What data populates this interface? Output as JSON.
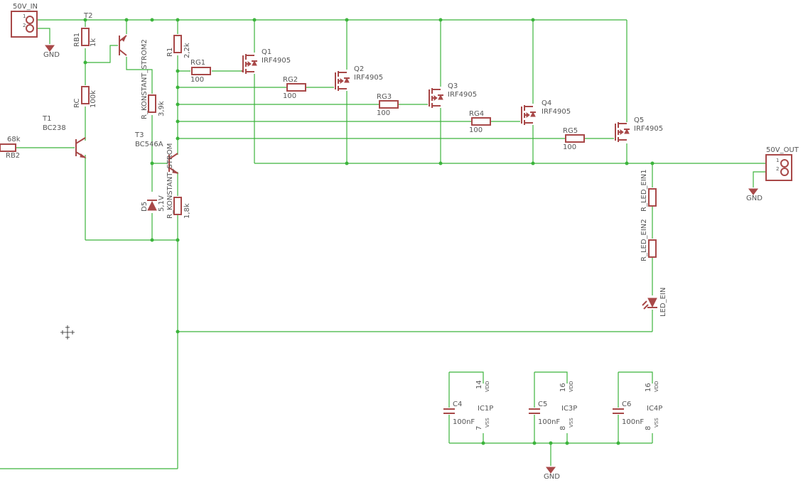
{
  "parts": {
    "in_connector": {
      "name": "50V_IN",
      "pins": [
        "1",
        "2"
      ]
    },
    "out_connector": {
      "name": "50V_OUT",
      "pins": [
        "1",
        "2"
      ]
    },
    "gnd_label": "GND",
    "t2": "T2",
    "rb1": {
      "name": "RB1",
      "value": "1k"
    },
    "rc": {
      "name": "RC",
      "value": "100k"
    },
    "t1": {
      "name": "T1",
      "value": "BC238"
    },
    "rb2": {
      "name": "RB2",
      "value": "68k"
    },
    "r_konstant_strom2": {
      "name": "R_KONSTANT_STROM2",
      "value": "3,9k"
    },
    "r1": {
      "name": "R1",
      "value": "2,2k"
    },
    "t3": {
      "name": "T3",
      "value": "BC546A"
    },
    "r_konstant_strom": {
      "name": "R_KONSTANT_STROM",
      "value": "1,8k"
    },
    "d5": {
      "name": "D5",
      "value": "5,1V"
    },
    "gate_resistors": [
      {
        "name": "RG1",
        "value": "100"
      },
      {
        "name": "RG2",
        "value": "100"
      },
      {
        "name": "RG3",
        "value": "100"
      },
      {
        "name": "RG4",
        "value": "100"
      },
      {
        "name": "RG5",
        "value": "100"
      }
    ],
    "mosfets": [
      {
        "name": "Q1",
        "value": "IRF4905"
      },
      {
        "name": "Q2",
        "value": "IRF4905"
      },
      {
        "name": "Q3",
        "value": "IRF4905"
      },
      {
        "name": "Q4",
        "value": "IRF4905"
      },
      {
        "name": "Q5",
        "value": "IRF4905"
      }
    ],
    "r_led_ein1": "R_LED_EIN1",
    "r_led_ein2": "R_LED_EIN2",
    "led_ein": "LED_EIN",
    "caps": [
      {
        "name": "C4",
        "value": "100nF",
        "ic": "IC1P",
        "vdd_pin": "14",
        "vss_pin": "7"
      },
      {
        "name": "C5",
        "value": "100nF",
        "ic": "IC3P",
        "vdd_pin": "16",
        "vss_pin": "8"
      },
      {
        "name": "C6",
        "value": "100nF",
        "ic": "IC4P",
        "vdd_pin": "16",
        "vss_pin": "8"
      }
    ],
    "vdd": "VDD",
    "vss": "VSS"
  },
  "colors": {
    "wire": "#3cb43c",
    "symbol": "#a84848",
    "text": "#555555"
  }
}
